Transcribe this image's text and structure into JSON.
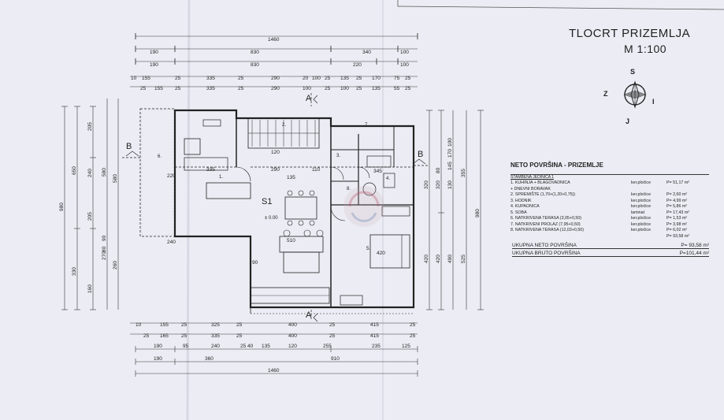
{
  "sheet": {
    "title": "TLOCRT PRIZEMLJA",
    "scale": "M 1:100"
  },
  "compass": {
    "north": "S",
    "south": "J",
    "west": "Z",
    "east": "I"
  },
  "table": {
    "title": "NETO POVRŠINA - PRIZEMLJE",
    "unit_label": "STAMBENA JEDINICA 1",
    "rows": [
      {
        "name": "1. KUHINJA + BLAGOVADNICA",
        "floor": "ker.pločice",
        "area": "P= 51,17 m²"
      },
      {
        "name": "+ DNEVNI BORAVAK",
        "floor": "",
        "area": ""
      },
      {
        "name": "2. SPREMIŠTE (1,70+(1,20+0,75))",
        "floor": "ker.pločice",
        "area": "P= 2,60 m²"
      },
      {
        "name": "3. HODNIK",
        "floor": "ker.pločice",
        "area": "P= 4,99 m²"
      },
      {
        "name": "4. KUPAONICA",
        "floor": "ker.pločice",
        "area": "P= 5,86 m²"
      },
      {
        "name": "5. SOBA",
        "floor": "laminat",
        "area": "P= 17,43 m²"
      },
      {
        "name": "6. NATKRIVENA TERASA (3,05+0,50)",
        "floor": "ker.pločice",
        "area": "P= 1,53 m²"
      },
      {
        "name": "7. NATKRIVENI PROLAZ (7,95+0,50)",
        "floor": "ker.pločice",
        "area": "P= 3,98 m²"
      },
      {
        "name": "8. NATKRIVENA TERASA (12,03+0,50)",
        "floor": "ker.pločice",
        "area": "P= 6,02 m²"
      }
    ],
    "subtotal": "P= 93,58 m²",
    "net_label": "UKUPNA NETO POVRŠINA",
    "net_value": "P= 93,58 m²",
    "gross_label": "UKUPNA BRUTO POVRŠINA",
    "gross_value": "P=101,44 m²"
  },
  "plan": {
    "section_a": "A",
    "section_b": "B",
    "unit": "S1",
    "elevation": "± 0.00",
    "room_numbers": [
      "1.",
      "2.",
      "3.",
      "4.",
      "5.",
      "6.",
      "7.",
      "8."
    ],
    "room_dims": [
      "335",
      "290",
      "110",
      "220",
      "240",
      "510",
      "420",
      "90",
      "120",
      "135",
      "345"
    ],
    "top_dims": {
      "row1": [
        "1460"
      ],
      "row2": [
        "190",
        "830",
        "340",
        "100"
      ],
      "row3": [
        "190",
        "830",
        "220",
        "100"
      ],
      "row4": [
        "10",
        "155",
        "25",
        "335",
        "25",
        "290",
        "20",
        "100",
        "25",
        "135",
        "25",
        "170",
        "75",
        "25"
      ],
      "row5": [
        "25",
        "155",
        "25",
        "335",
        "25",
        "290",
        "100",
        "25",
        "100",
        "25",
        "135",
        "55",
        "25"
      ]
    },
    "bottom_dims": {
      "row1": [
        "10",
        "155",
        "25",
        "325",
        "25",
        "400",
        "25",
        "415",
        "25"
      ],
      "row2": [
        "25",
        "165",
        "25",
        "335",
        "25",
        "400",
        "25",
        "415",
        "25"
      ],
      "row3": [
        "190",
        "95",
        "240",
        "25",
        "40",
        "135",
        "120",
        "255",
        "235",
        "125"
      ],
      "row4": [
        "190",
        "360",
        "910"
      ],
      "row5": [
        "1460"
      ]
    },
    "left_dims": [
      "980",
      "650",
      "330",
      "240",
      "205",
      "205",
      "160",
      "580",
      "260",
      "270",
      "90",
      "80"
    ],
    "right_dims": [
      "980",
      "525",
      "490",
      "420",
      "420",
      "355",
      "170",
      "130",
      "320",
      "100",
      "145",
      "80"
    ]
  }
}
